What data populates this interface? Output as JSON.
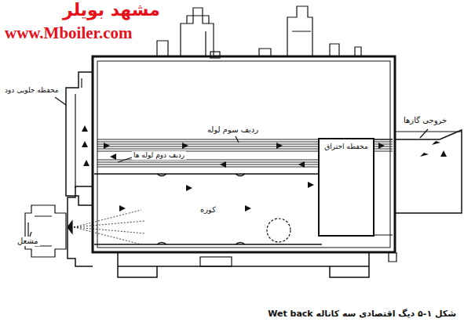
{
  "diagram": {
    "caption": "شکل ۱-۵ دیگ اقتصادی سه کاناله Wet back",
    "nodes": [
      {
        "text": [
          "کوره"
        ]
      },
      {
        "text": [
          "محفظه احتراق"
        ]
      }
    ],
    "labels": [
      "مشهد بویلر",
      "www.Mboiler.com",
      "محفظه جلویی دود",
      "ردیف سوم لوله",
      "ردیف دوم لوله ها",
      "خروجی گازها",
      "مشعل"
    ]
  }
}
